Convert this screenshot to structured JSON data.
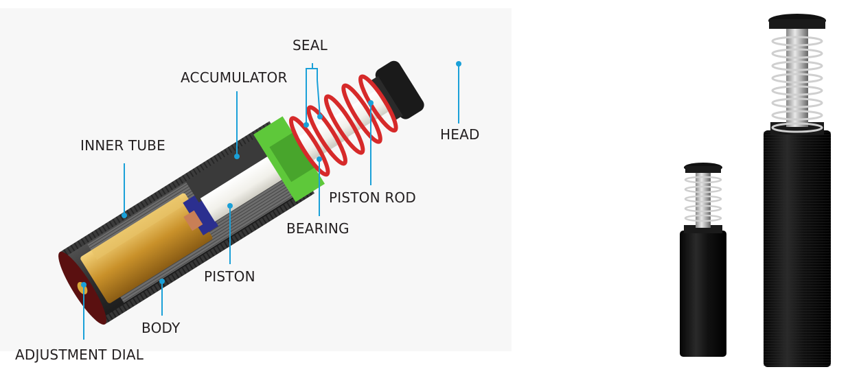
{
  "diagram": {
    "labels": {
      "seal": "SEAL",
      "accumulator": "ACCUMULATOR",
      "head": "HEAD",
      "inner_tube": "INNER TUBE",
      "piston_rod": "PISTON ROD",
      "bearing": "BEARING",
      "piston": "PISTON",
      "body": "BODY",
      "adjustment_dial": "ADJUSTMENT DIAL"
    },
    "colors": {
      "leader_line": "#1aa0d8",
      "spring": "#d62a2a",
      "seal_green": "#5ec83a",
      "inner_tube_gold": "#d8a93a",
      "body_dark": "#3a3a3a",
      "product_black": "#111111"
    }
  }
}
